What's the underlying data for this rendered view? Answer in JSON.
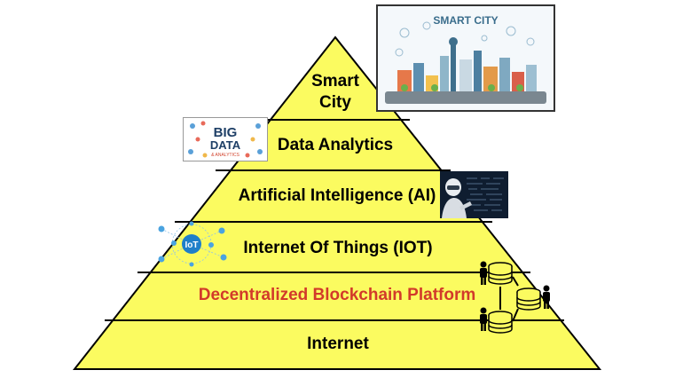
{
  "pyramid": {
    "fill_color": "#fbfb60",
    "stroke_color": "#000000",
    "highlight_color": "#d23a2a",
    "layers": [
      {
        "label_line1": "Smart",
        "label_line2": "City"
      },
      {
        "label": "Data Analytics"
      },
      {
        "label": "Artificial Intelligence (AI)"
      },
      {
        "label": "Internet Of Things (IOT)"
      },
      {
        "label": "Decentralized Blockchain Platform"
      },
      {
        "label": "Internet"
      }
    ]
  },
  "images": {
    "smart_city": {
      "title": "SMART CITY"
    },
    "big_data": {
      "line1": "BIG",
      "line2": "DATA",
      "line3": "& ANALYTICS"
    },
    "iot": {
      "label": "IoT"
    }
  }
}
